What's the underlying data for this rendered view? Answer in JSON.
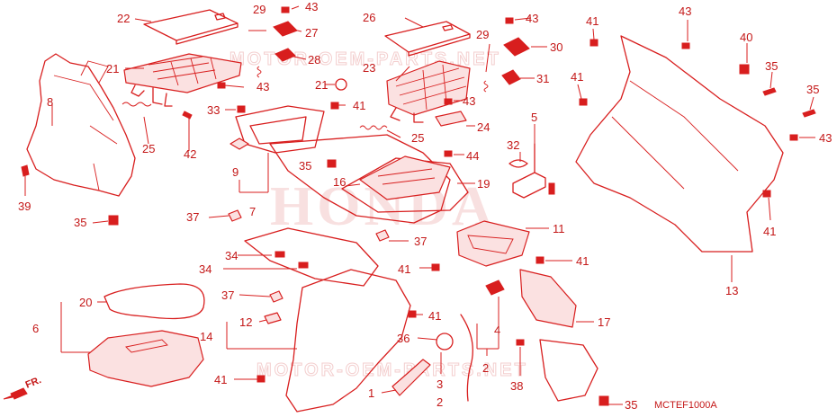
{
  "diagram_code": "MCTEF1000A",
  "watermark_brand": "HONDA",
  "watermark_site": "MOTOR-OEM-PARTS.NET",
  "direction_label": "FR.",
  "callouts": [
    "1",
    "2",
    "3",
    "4",
    "5",
    "6",
    "7",
    "8",
    "9",
    "11",
    "12",
    "13",
    "14",
    "16",
    "17",
    "19",
    "20",
    "21",
    "22",
    "23",
    "24",
    "25",
    "26",
    "27",
    "28",
    "29",
    "30",
    "31",
    "32",
    "33",
    "34",
    "35",
    "36",
    "37",
    "38",
    "39",
    "40",
    "41",
    "42",
    "43",
    "44"
  ],
  "accent_color": "#d81e1e"
}
